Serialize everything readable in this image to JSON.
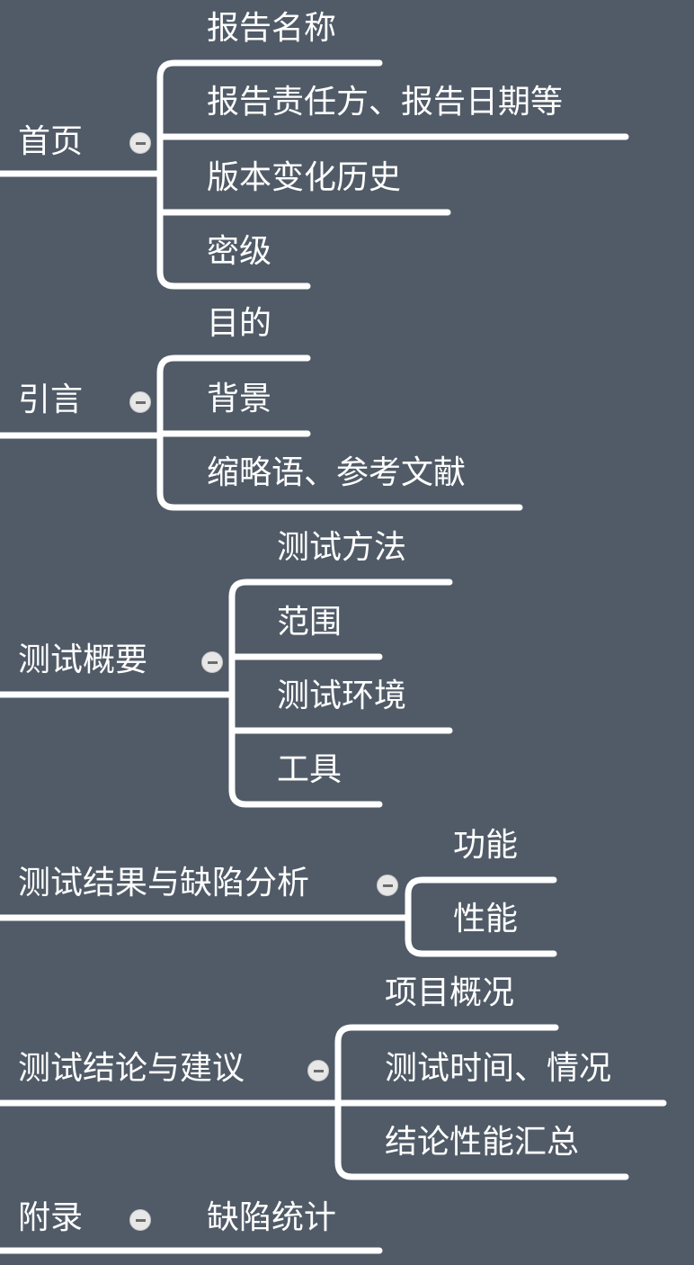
{
  "colors": {
    "background": "#515b67",
    "line": "#ffffff",
    "text": "#ffffff",
    "toggle": "#e7e7e7"
  },
  "toggle_icon": "collapse-minus-icon",
  "branches": [
    {
      "label": "首页",
      "children": [
        "报告名称",
        "报告责任方、报告日期等",
        "版本变化历史",
        "密级"
      ]
    },
    {
      "label": "引言",
      "children": [
        "目的",
        "背景",
        "缩略语、参考文献"
      ]
    },
    {
      "label": "测试概要",
      "children": [
        "测试方法",
        "范围",
        "测试环境",
        "工具"
      ]
    },
    {
      "label": "测试结果与缺陷分析",
      "children": [
        "功能",
        "性能"
      ]
    },
    {
      "label": "测试结论与建议",
      "children": [
        "项目概况",
        "测试时间、情况",
        "结论性能汇总"
      ]
    },
    {
      "label": "附录",
      "children": [
        "缺陷统计"
      ]
    }
  ]
}
